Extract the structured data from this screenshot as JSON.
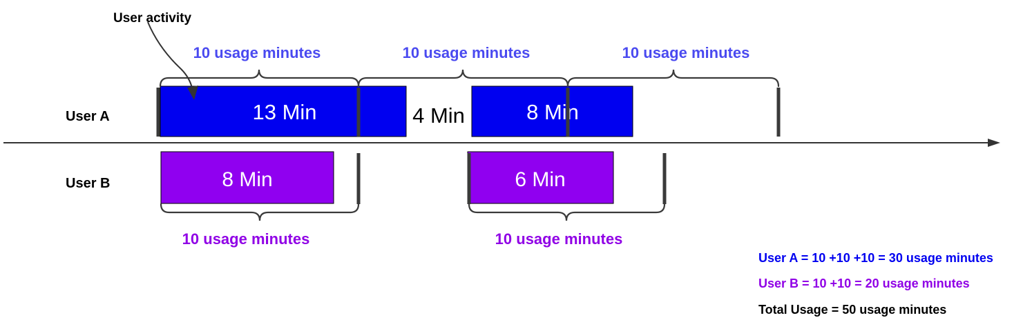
{
  "colors": {
    "user_a": "#0000f0",
    "user_b": "#9000f0",
    "accent_blue": "#4a4af0",
    "accent_purple": "#9000e6",
    "text": "#000000",
    "bracket": "#3a3a3a",
    "timeline": "#333333"
  },
  "annotation": {
    "label": "User activity"
  },
  "rows": {
    "user_a": {
      "label": "User A"
    },
    "user_b": {
      "label": "User B"
    }
  },
  "blocks": {
    "a1": {
      "label": "13 Min"
    },
    "a2": {
      "label": "8 Min"
    },
    "b1": {
      "label": "8 Min"
    },
    "b2": {
      "label": "6 Min"
    }
  },
  "gap_label": "4 Min",
  "windows": {
    "a1": {
      "label": "10 usage minutes"
    },
    "a2": {
      "label": "10 usage minutes"
    },
    "a3": {
      "label": "10 usage minutes"
    },
    "b1": {
      "label": "10 usage minutes"
    },
    "b2": {
      "label": "10 usage minutes"
    }
  },
  "summary": {
    "user_a": "User A = 10 +10 +10 = 30 usage minutes",
    "user_b": "User B = 10 +10 = 20 usage minutes",
    "total": "Total Usage = 50 usage minutes"
  }
}
